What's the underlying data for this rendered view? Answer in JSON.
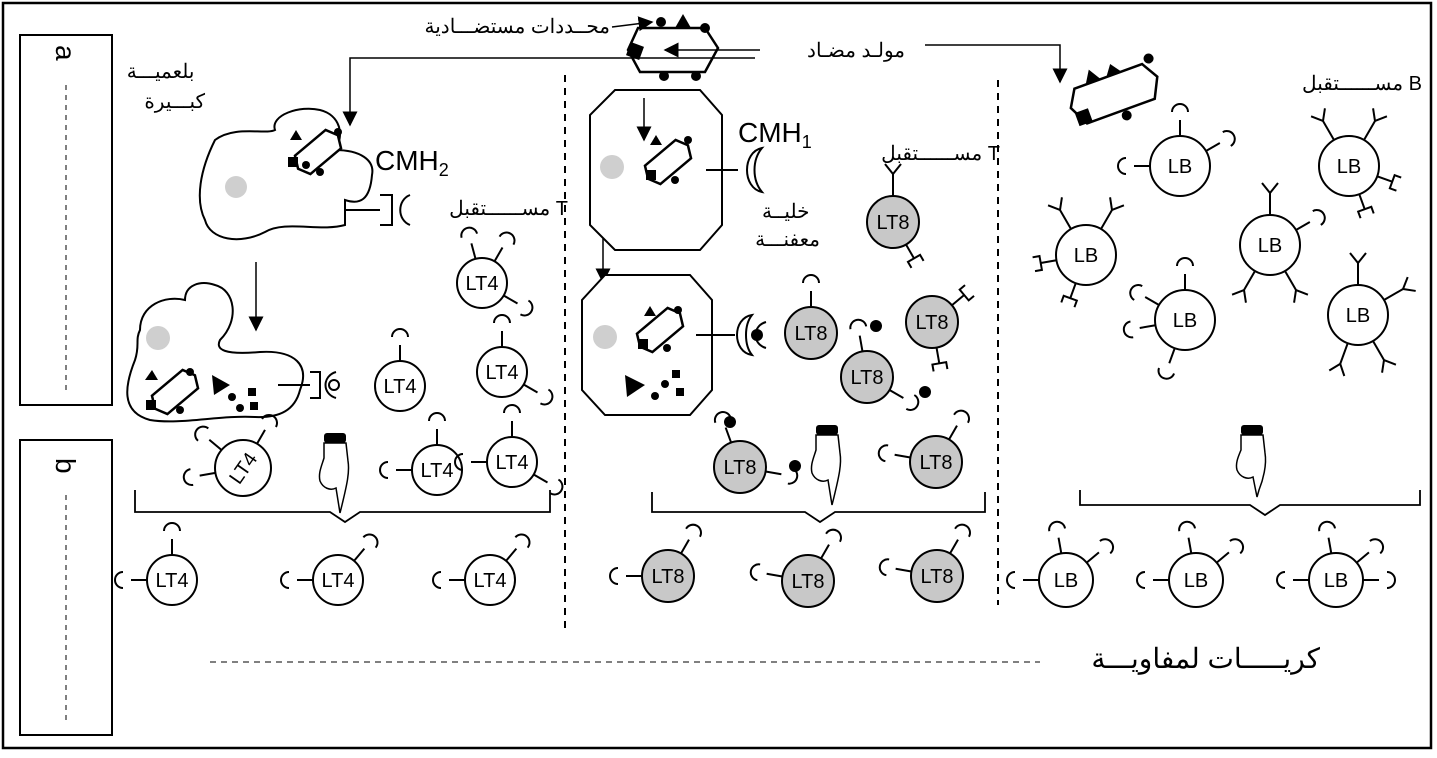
{
  "labels": {
    "side_a": "a",
    "side_b": "b",
    "epitopes": "محــددات مستضـــادية",
    "antigen": "مولـد مضـاد",
    "macrophage": "بلعميـــة\nكبـــيرة",
    "cmh2": "CMH",
    "cmh2_sub": "2",
    "cmh1": "CMH",
    "cmh1_sub": "1",
    "t_receptor": "مســــــتقبل T",
    "b_receptor": "مســــــتقبل B",
    "infected_cell": "خليــة\nمعفنـــة",
    "lymphocytes": "كريـــــات لمفاويـــة"
  },
  "cells": {
    "lt4": "LT4",
    "lt8": "LT8",
    "lb": "LB"
  },
  "colors": {
    "stroke": "#000000",
    "grey_fill": "#c8c8c8",
    "nucleus": "#cfcfcf"
  }
}
